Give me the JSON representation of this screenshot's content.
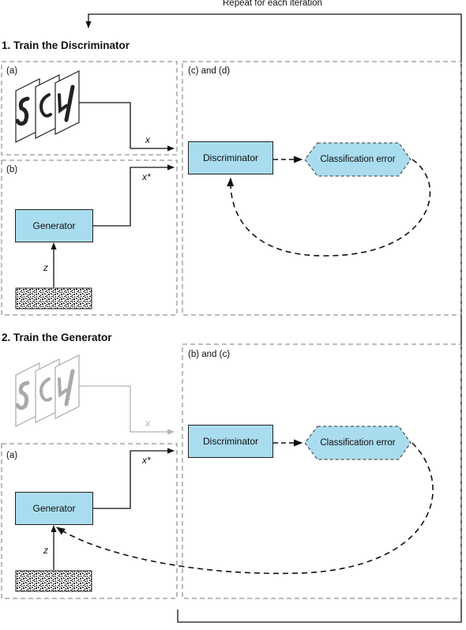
{
  "repeat_label": "Repeat for each iteration",
  "section1": {
    "title": "1. Train the Discriminator",
    "panel_a_label": "(a)",
    "panel_b_label": "(b)",
    "panel_cd_label": "(c) and (d)",
    "x_label": "x",
    "x_star_label": "x*",
    "z_label": "z",
    "generator_label": "Generator",
    "discriminator_label": "Discriminator",
    "classification_error_label": "Classification error"
  },
  "section2": {
    "title": "2. Train the Generator",
    "panel_a_label": "(a)",
    "panel_bc_label": "(b) and (c)",
    "x_label": "x",
    "x_star_label": "x*",
    "z_label": "z",
    "generator_label": "Generator",
    "discriminator_label": "Discriminator",
    "classification_error_label": "Classification error"
  },
  "colors": {
    "node_fill": "#a9dcee",
    "panel_border": "#777777",
    "inactive_gray": "#b4b4b4"
  }
}
